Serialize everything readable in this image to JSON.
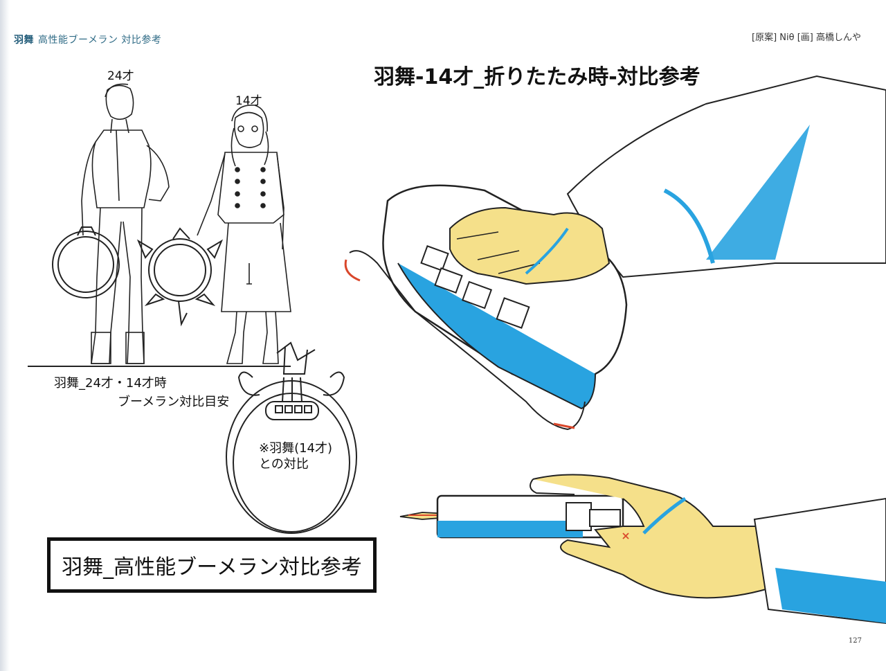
{
  "header": {
    "section": "羽舞",
    "title": "高性能ブーメラン 対比参考",
    "credits": "[原案] Niθ [画] 高橋しんや"
  },
  "sheet_title": "羽舞-14才_折りたたみ時-対比参考",
  "figures": {
    "age_adult": "24才",
    "age_child": "14才"
  },
  "notes": {
    "comparison_line1": "羽舞_24才・14才時",
    "comparison_line2": "ブーメラン対比目安",
    "ring_note_line1": "※羽舞(14才)",
    "ring_note_line2": "との対比"
  },
  "boxed_caption": "羽舞_高性能ブーメラン対比参考",
  "page_number": "127",
  "colors": {
    "sketch_line": "#222222",
    "highlight_blue": "#29a3e0",
    "highlight_yellow": "#f5e08a",
    "accent_red": "#d9472b",
    "header_teal": "#2f6b86"
  }
}
